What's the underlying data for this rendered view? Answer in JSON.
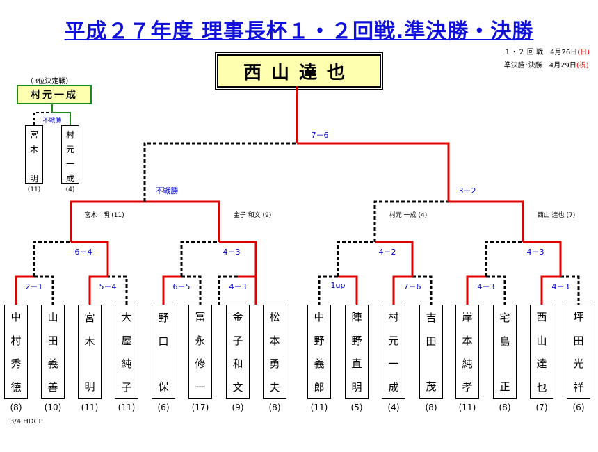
{
  "title": "平成２７年度 理事長杯１・２回戦.準決勝・決勝",
  "dates": {
    "round12_label": "１・２ 回 戦",
    "round12_date": "4月26日",
    "round12_day": "(日)",
    "semis_label": "準決勝･決勝",
    "semis_date": "4月29日",
    "semis_day": "(祝)"
  },
  "champion": "西山達也",
  "third_place": {
    "caption": "（3位決定戦）",
    "winner": "村元一成",
    "result": "不戦勝",
    "players": [
      {
        "name": [
          "宮",
          "木",
          "",
          "明"
        ],
        "hdcp": "(11)"
      },
      {
        "name": [
          "村",
          "元",
          "一",
          "成"
        ],
        "hdcp": "(4)"
      }
    ]
  },
  "players": [
    {
      "name": [
        "中",
        "村",
        "秀",
        "徳"
      ],
      "hdcp": "(8)"
    },
    {
      "name": [
        "山",
        "田",
        "義",
        "善"
      ],
      "hdcp": "(10)"
    },
    {
      "name": [
        "宮",
        "木",
        "",
        "明"
      ],
      "hdcp": "(11)"
    },
    {
      "name": [
        "大",
        "屋",
        "純",
        "子"
      ],
      "hdcp": "(11)"
    },
    {
      "name": [
        "野",
        "口",
        "",
        "保"
      ],
      "hdcp": "(6)"
    },
    {
      "name": [
        "冨",
        "永",
        "修",
        "一"
      ],
      "hdcp": "(17)"
    },
    {
      "name": [
        "金",
        "子",
        "和",
        "文"
      ],
      "hdcp": "(9)"
    },
    {
      "name": [
        "松",
        "本",
        "勇",
        "夫"
      ],
      "hdcp": "(8)"
    },
    {
      "name": [
        "中",
        "野",
        "義",
        "郎"
      ],
      "hdcp": "(11)"
    },
    {
      "name": [
        "陣",
        "野",
        "直",
        "明"
      ],
      "hdcp": "(5)"
    },
    {
      "name": [
        "村",
        "元",
        "一",
        "成"
      ],
      "hdcp": "(4)"
    },
    {
      "name": [
        "吉",
        "田",
        "",
        "茂"
      ],
      "hdcp": "(8)"
    },
    {
      "name": [
        "岸",
        "本",
        "純",
        "孝"
      ],
      "hdcp": "(11)"
    },
    {
      "name": [
        "宅",
        "島",
        "",
        "正"
      ],
      "hdcp": "(8)"
    },
    {
      "name": [
        "西",
        "山",
        "達",
        "也"
      ],
      "hdcp": "(7)"
    },
    {
      "name": [
        "坪",
        "田",
        "光",
        "祥"
      ],
      "hdcp": "(6)"
    }
  ],
  "round1_scores": [
    "2－1",
    "5－4",
    "6－5",
    "4－3",
    "1up",
    "7－6",
    "4－3",
    "4－3"
  ],
  "round2_scores": [
    "6－4",
    "4－3",
    "4－2",
    "4－3"
  ],
  "round2_winners": [
    "宮木　明 (11)",
    "金子 和文 (9)",
    "村元 一成 (4)",
    "西山 達也 (7)"
  ],
  "semi_scores": [
    "不戦勝",
    "3－2"
  ],
  "final_score": "7－6",
  "note": "3/4 HDCP"
}
